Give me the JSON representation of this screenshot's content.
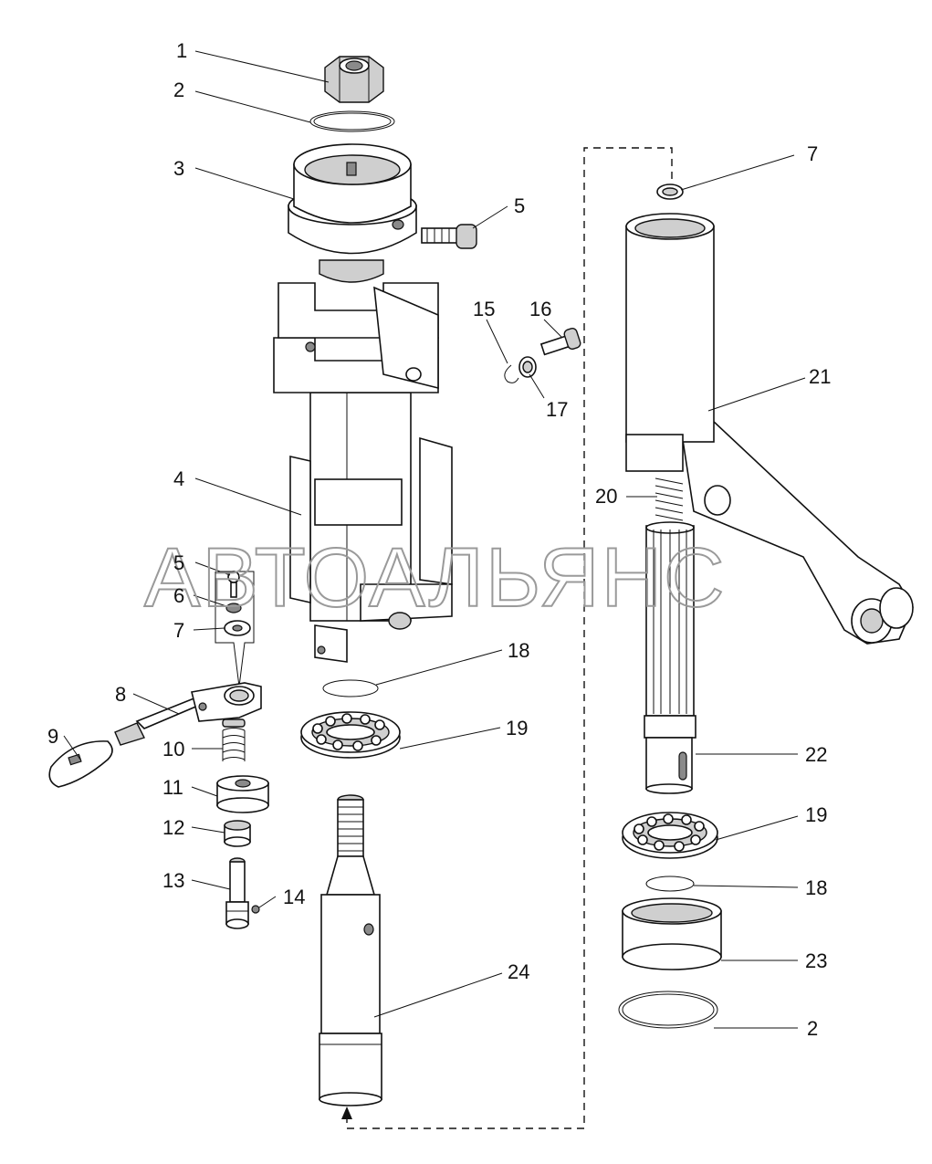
{
  "watermark": "АВТОАЛЬЯНС",
  "callouts": {
    "c1": "1",
    "c2": "2",
    "c3": "3",
    "c4": "4",
    "c5a": "5",
    "c7a": "7",
    "c15": "15",
    "c16": "16",
    "c17": "17",
    "c21": "21",
    "c20": "20",
    "c5b": "5",
    "c6": "6",
    "c7b": "7",
    "c18a": "18",
    "c8": "8",
    "c9": "9",
    "c10": "10",
    "c19a": "19",
    "c22": "22",
    "c11": "11",
    "c12": "12",
    "c13": "13",
    "c14": "14",
    "c19b": "19",
    "c18b": "18",
    "c23": "23",
    "c24": "24",
    "c2b": "2"
  }
}
